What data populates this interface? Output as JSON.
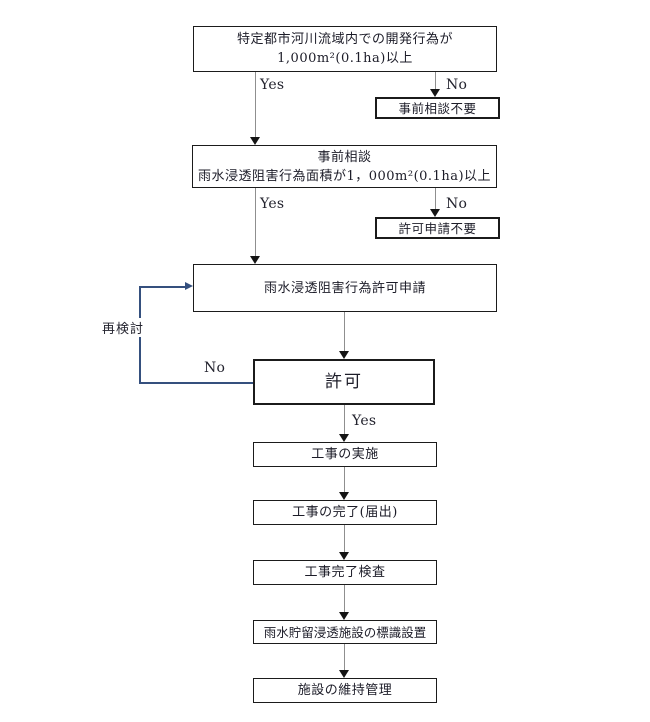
{
  "diagram": {
    "title_meaning": "雨水浸透阻害行為許可手続きフロー",
    "colors": {
      "background": "#ffffff",
      "box_border": "#1b1b1b",
      "connector_line": "#8f8f8f",
      "arrowhead": "#141414",
      "loop_line": "#35507e",
      "text": "#1c1c28"
    },
    "nodes": {
      "start": {
        "line1": "特定都市河川流域内での開発行為が",
        "line2": "1,000m²(0.1ha)以上"
      },
      "no_consult": {
        "label": "事前相談不要"
      },
      "consult": {
        "line1": "事前相談",
        "line2": "雨水浸透阻害行為面積が1，000m²(0.1ha)以上"
      },
      "no_permit_needed": {
        "label": "許可申請不要"
      },
      "apply": {
        "label": "雨水浸透阻害行為許可申請"
      },
      "permit": {
        "label": "許可"
      },
      "construction": {
        "label": "工事の実施"
      },
      "completion": {
        "label": "工事の完了(届出)"
      },
      "inspection": {
        "label": "工事完了検査"
      },
      "signage": {
        "label": "雨水貯留浸透施設の標識設置"
      },
      "maintenance": {
        "label": "施設の維持管理"
      }
    },
    "edge_labels": {
      "yes": "Yes",
      "no": "No",
      "reconsider": "再検討"
    }
  }
}
